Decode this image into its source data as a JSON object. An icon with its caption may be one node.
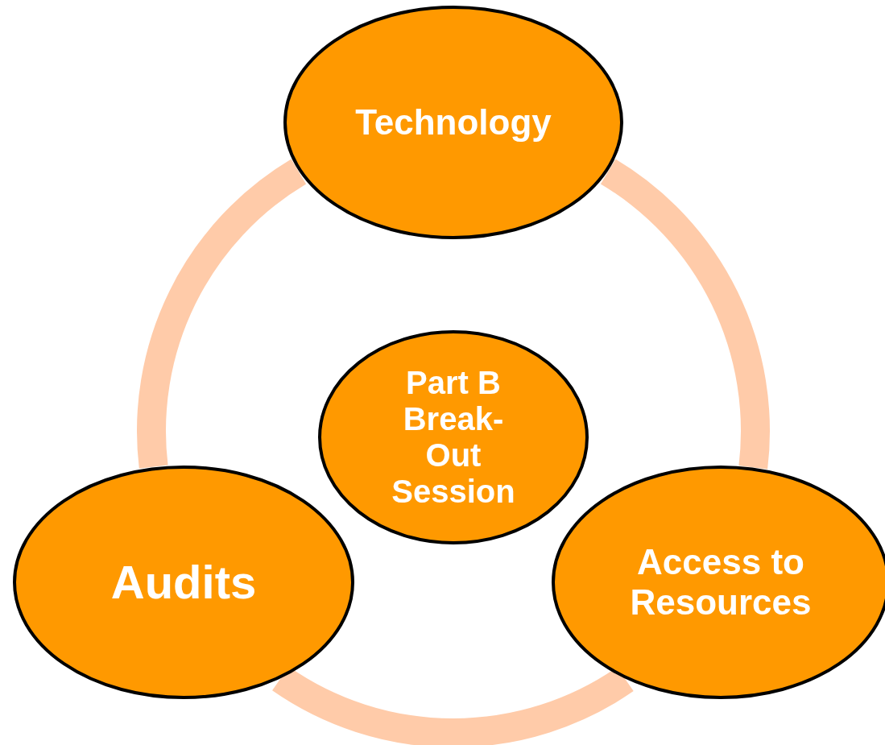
{
  "diagram": {
    "nodes": [
      {
        "text": [
          "Technology"
        ]
      },
      {
        "text": [
          "Part B Break-Out Session"
        ]
      },
      {
        "text": [
          "Audits"
        ]
      },
      {
        "text": [
          "Access to Resources"
        ]
      }
    ],
    "edges": [
      {
        "from": 0,
        "to": 3,
        "arrow": "none"
      },
      {
        "from": 3,
        "to": 2,
        "arrow": "none"
      },
      {
        "from": 2,
        "to": 0,
        "arrow": "none"
      }
    ]
  }
}
